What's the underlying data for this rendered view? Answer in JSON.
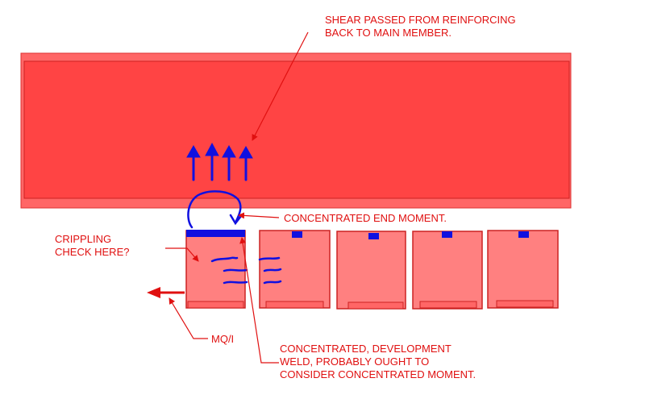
{
  "colors": {
    "beam_fill": "#ff4444",
    "beam_outer": "#ff6666",
    "block_fill": "#ff8080",
    "block_border": "#cc2222",
    "annotation": "#e01010",
    "markup_blue": "#1010e0",
    "background": "#ffffff"
  },
  "annotations": {
    "shear": "SHEAR PASSED FROM REINFORCING\nBACK TO MAIN MEMBER.",
    "end_moment": "CONCENTRATED END MOMENT.",
    "crippling": "CRIPPLING\nCHECK HERE?",
    "mq": "MQ/I",
    "weld": "CONCENTRATED, DEVELOPMENT\nWELD, PROBABLY OUGHT TO\nCONSIDER CONCENTRATED MOMENT."
  },
  "icons": {
    "shear_arrows": "up-arrow-icon",
    "moment_curl": "curved-arrow-icon",
    "mq_arrow": "left-arrow-icon"
  },
  "block_count": 5,
  "up_arrow_count": 4
}
